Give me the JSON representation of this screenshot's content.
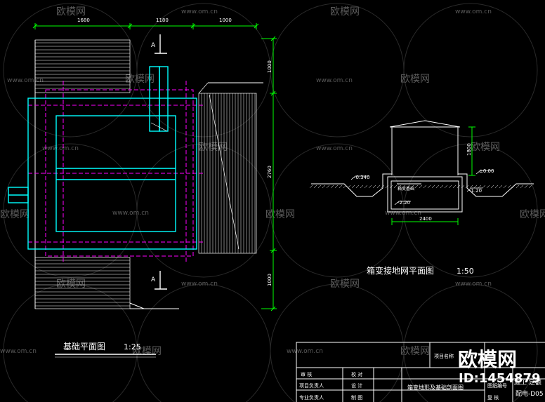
{
  "dimensions": {
    "top_1": "1680",
    "top_2": "1180",
    "top_3": "1000",
    "right_1": "1000",
    "right_2": "2760",
    "right_3": "1000",
    "section_height": "1800",
    "section_width": "2400"
  },
  "section_marks": {
    "top": "A",
    "bottom": "A"
  },
  "levels": {
    "ground": "±0.00",
    "outer": "-0.340",
    "inner": "-1.20",
    "bottom": "-2.20"
  },
  "section_label": "箱变基础",
  "titles": {
    "foundation_plan": "基础平面图",
    "foundation_scale": "1:25",
    "grounding_plan": "箱变接地网平面图",
    "grounding_scale": "1:50"
  },
  "title_block": {
    "project_name_label": "项目名称",
    "approve": "审 核",
    "check": "校 对",
    "project_lead": "项目负责人",
    "design": "设 计",
    "professional_lead": "专业负责人",
    "draw": "制 图",
    "review": "复 核",
    "drawing_title": "箱变地形及基础剖面图",
    "drawing_no_label": "图纸编号",
    "company": "施工 定额",
    "drawing_code": "配电-D05"
  },
  "watermarks": {
    "brand": "欧模网",
    "site": "www.om.cn",
    "big_brand": "欧模网",
    "big_id": "ID:1454879"
  },
  "colors": {
    "background": "#000000",
    "cyan": "#00ffff",
    "magenta": "#ff00ff",
    "green": "#00ff00",
    "white": "#ffffff"
  }
}
